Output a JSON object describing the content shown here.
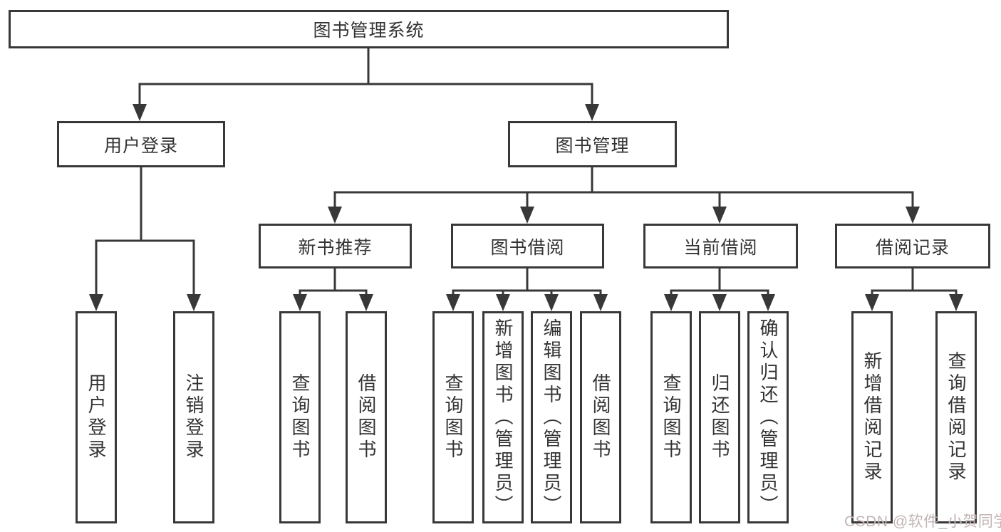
{
  "diagram_title": "图书管理系统",
  "tree": {
    "label": "图书管理系统",
    "children": [
      {
        "label": "用户登录",
        "children": [
          {
            "label": "用户登录"
          },
          {
            "label": "注销登录"
          }
        ]
      },
      {
        "label": "图书管理",
        "children": [
          {
            "label": "新书推荐",
            "children": [
              {
                "label": "查询图书"
              },
              {
                "label": "借阅图书"
              }
            ]
          },
          {
            "label": "图书借阅",
            "children": [
              {
                "label": "查询图书"
              },
              {
                "label": "新增图书（管理员）"
              },
              {
                "label": "编辑图书（管理员）"
              },
              {
                "label": "借阅图书"
              }
            ]
          },
          {
            "label": "当前借阅",
            "children": [
              {
                "label": "查询图书"
              },
              {
                "label": "归还图书"
              },
              {
                "label": "确认归还（管理员）"
              }
            ]
          },
          {
            "label": "借阅记录",
            "children": [
              {
                "label": "新增借阅记录"
              },
              {
                "label": "查询借阅记录"
              }
            ]
          }
        ]
      }
    ]
  },
  "watermark": {
    "text": "CSDN @软件_小贺同学"
  },
  "colors": {
    "line": "#383838",
    "box_border": "#383838",
    "box_fill": "#ffffff",
    "text": "#333333",
    "watermark": "#c3b4b4",
    "background": "#ffffff"
  }
}
